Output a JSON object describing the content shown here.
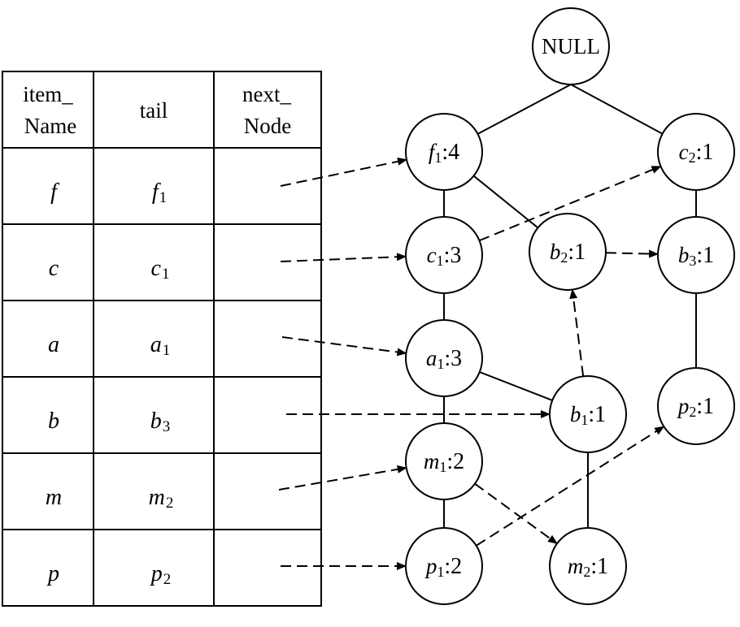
{
  "header_table": {
    "columns": [
      {
        "lines": [
          "item_",
          "Name"
        ]
      },
      {
        "lines": [
          "tail"
        ]
      },
      {
        "lines": [
          "next_",
          "Node"
        ]
      }
    ],
    "rows": [
      {
        "item": "f",
        "tail_var": "f",
        "tail_sub": "1"
      },
      {
        "item": "c",
        "tail_var": "c",
        "tail_sub": "1"
      },
      {
        "item": "a",
        "tail_var": "a",
        "tail_sub": "1"
      },
      {
        "item": "b",
        "tail_var": "b",
        "tail_sub": "3"
      },
      {
        "item": "m",
        "tail_var": "m",
        "tail_sub": "2"
      },
      {
        "item": "p",
        "tail_var": "p",
        "tail_sub": "2"
      }
    ]
  },
  "tree": {
    "root": {
      "id": "null",
      "label": "NULL"
    },
    "nodes": [
      {
        "id": "f1",
        "var": "f",
        "sub": "1",
        "count": "4"
      },
      {
        "id": "c1",
        "var": "c",
        "sub": "1",
        "count": "3"
      },
      {
        "id": "a1",
        "var": "a",
        "sub": "1",
        "count": "3"
      },
      {
        "id": "m1",
        "var": "m",
        "sub": "1",
        "count": "2"
      },
      {
        "id": "p1",
        "var": "p",
        "sub": "1",
        "count": "2"
      },
      {
        "id": "b2",
        "var": "b",
        "sub": "2",
        "count": "1"
      },
      {
        "id": "b1",
        "var": "b",
        "sub": "1",
        "count": "1"
      },
      {
        "id": "m2",
        "var": "m",
        "sub": "2",
        "count": "1"
      },
      {
        "id": "c2",
        "var": "c",
        "sub": "2",
        "count": "1"
      },
      {
        "id": "b3",
        "var": "b",
        "sub": "3",
        "count": "1"
      },
      {
        "id": "p2",
        "var": "p",
        "sub": "2",
        "count": "1"
      }
    ],
    "tree_edges": [
      [
        "null",
        "f1"
      ],
      [
        "null",
        "c2"
      ],
      [
        "f1",
        "c1"
      ],
      [
        "f1",
        "b2"
      ],
      [
        "c1",
        "a1"
      ],
      [
        "a1",
        "m1"
      ],
      [
        "a1",
        "b1"
      ],
      [
        "m1",
        "p1"
      ],
      [
        "b1",
        "m2"
      ],
      [
        "c2",
        "b3"
      ],
      [
        "b3",
        "p2"
      ]
    ],
    "header_links": [
      {
        "row": "f",
        "target": "f1"
      },
      {
        "row": "c",
        "target": "c1"
      },
      {
        "row": "a",
        "target": "a1"
      },
      {
        "row": "b",
        "target": "b1"
      },
      {
        "row": "m",
        "target": "m1"
      },
      {
        "row": "p",
        "target": "p1"
      }
    ],
    "node_links": [
      [
        "c1",
        "c2"
      ],
      [
        "b2",
        "b3"
      ],
      [
        "b1",
        "b2"
      ],
      [
        "m1",
        "m2"
      ],
      [
        "p1",
        "p2"
      ]
    ]
  }
}
